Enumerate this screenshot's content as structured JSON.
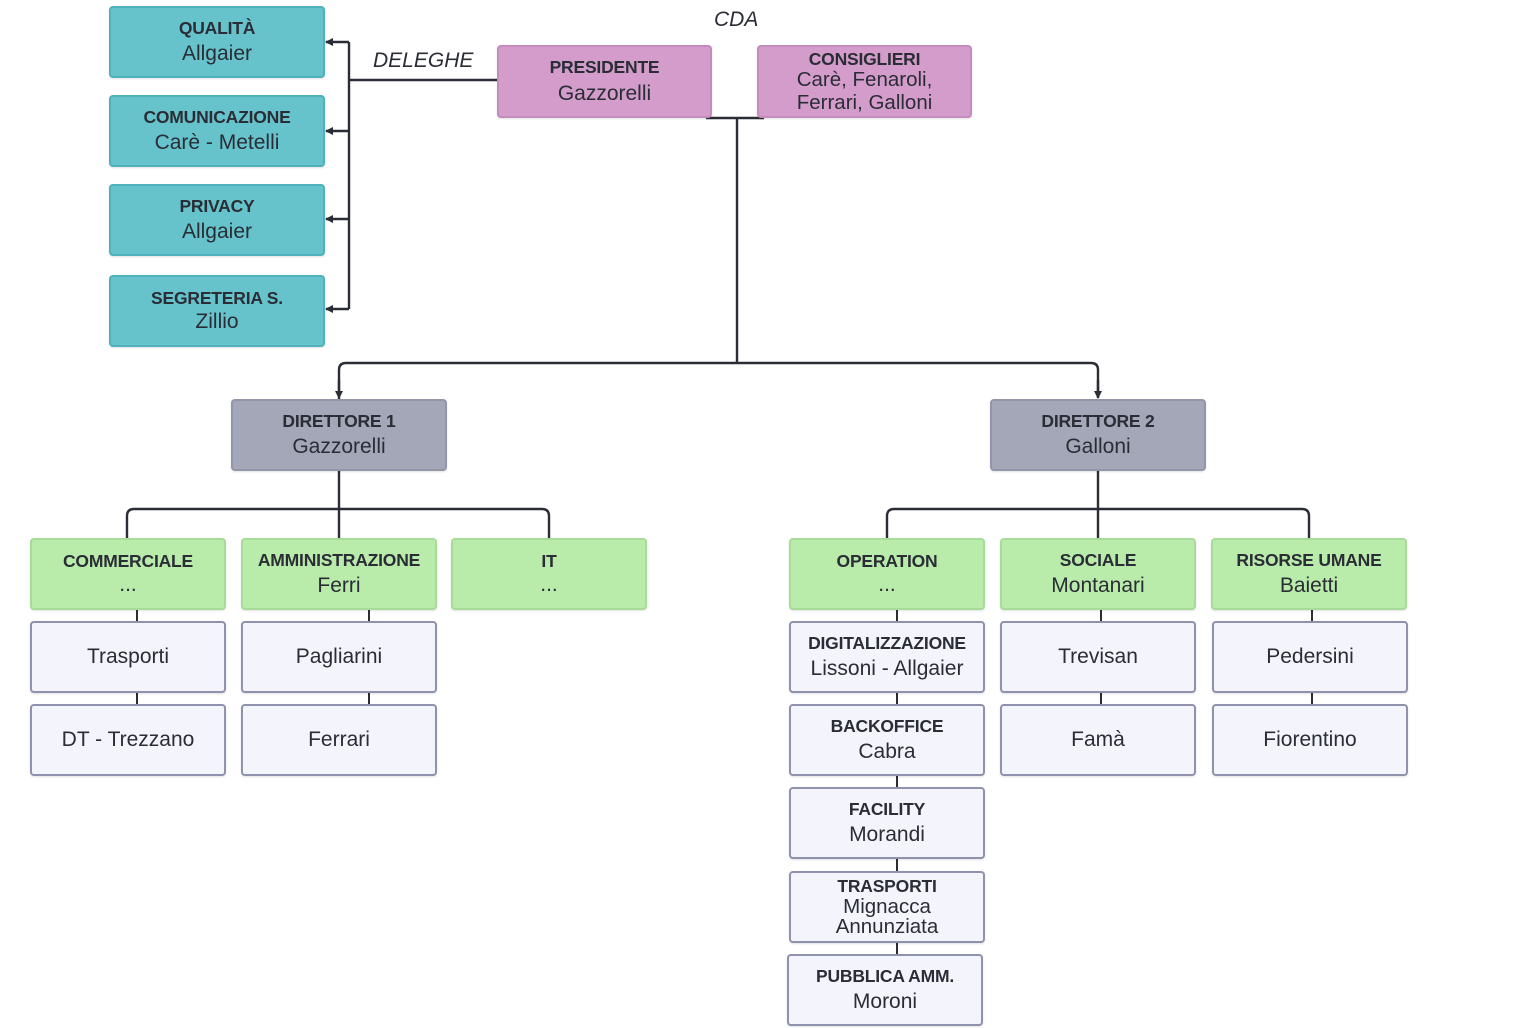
{
  "cda_label": "CDA",
  "deleghe_label": "DELEGHE",
  "presidente": {
    "title": "PRESIDENTE",
    "name": "Gazzorelli"
  },
  "consiglieri": {
    "title": "CONSIGLIERI",
    "line1": "Carè, Fenaroli,",
    "line2": "Ferrari, Galloni"
  },
  "deleghe": [
    {
      "title": "QUALITÀ",
      "name": "Allgaier"
    },
    {
      "title": "COMUNICAZIONE",
      "name": "Carè - Metelli"
    },
    {
      "title": "PRIVACY",
      "name": "Allgaier"
    },
    {
      "title": "SEGRETERIA S.",
      "name": "Zillio"
    }
  ],
  "direttore1": {
    "title": "DIRETTORE 1",
    "name": "Gazzorelli"
  },
  "direttore2": {
    "title": "DIRETTORE 2",
    "name": "Galloni"
  },
  "areas1": [
    {
      "title": "COMMERCIALE",
      "name": "...",
      "staff": [
        "Trasporti",
        "DT - Trezzano"
      ]
    },
    {
      "title": "AMMINISTRAZIONE",
      "name": "Ferri",
      "staff": [
        "Pagliarini",
        "Ferrari"
      ]
    },
    {
      "title": "IT",
      "name": "...",
      "staff": []
    }
  ],
  "areas2": [
    {
      "title": "OPERATION",
      "name": "..."
    },
    {
      "title": "SOCIALE",
      "name": "Montanari",
      "staff": [
        "Trevisan",
        "Famà"
      ]
    },
    {
      "title": "RISORSE UMANE",
      "name": "Baietti",
      "staff": [
        "Pedersini",
        "Fiorentino"
      ]
    }
  ],
  "operation_units": [
    {
      "title": "DIGITALIZZAZIONE",
      "name": "Lissoni - Allgaier"
    },
    {
      "title": "BACKOFFICE",
      "name": "Cabra"
    },
    {
      "title": "FACILITY",
      "name": "Morandi"
    },
    {
      "title": "TRASPORTI",
      "line1": "Mignacca",
      "line2": "Annunziata"
    },
    {
      "title": "PUBBLICA AMM.",
      "name": "Moroni"
    }
  ],
  "colors": {
    "delega": "#66c3cc",
    "cda": "#d39ccb",
    "direttore": "#a4a7b8",
    "area": "#b9ebaa",
    "staff": "#f4f4fd",
    "line": "#2a2d35"
  }
}
